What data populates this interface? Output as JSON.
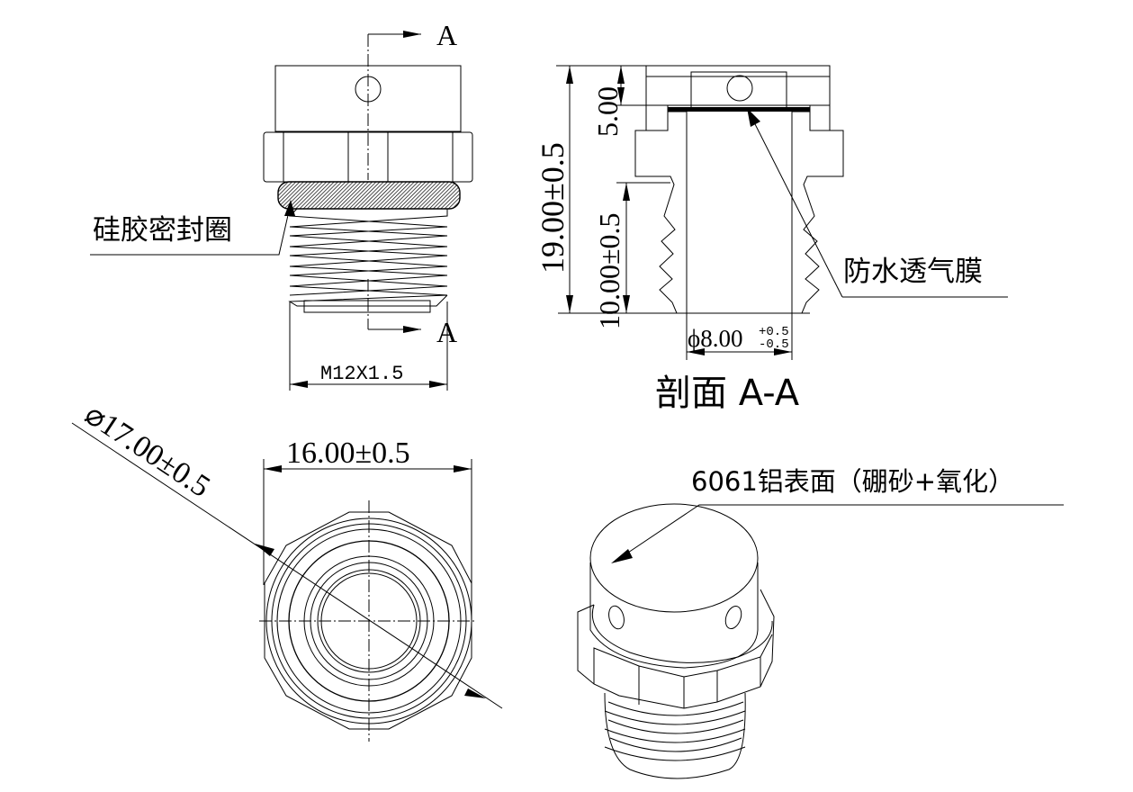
{
  "drawing": {
    "section_marker": "A",
    "section_marker_bottom": "A",
    "section_title": "剖面 A-A",
    "labels": {
      "seal_ring": "硅胶密封圈",
      "membrane": "防水透气膜",
      "surface": "6061铝表面（硼砂+氧化）"
    },
    "dimensions": {
      "thread": "M12X1.5",
      "total_height": "19.00±0.5",
      "thread_length": "10.00±0.5",
      "cap_height": "5.00",
      "bore_diameter": "ϕ8.00",
      "bore_tol_upper": "+0.5",
      "bore_tol_lower": "-0.5",
      "hex_across_flats": "16.00±0.5",
      "hex_across_corners": "⌀17.00±0.5"
    },
    "colors": {
      "line": "#000000",
      "background": "#ffffff"
    }
  }
}
